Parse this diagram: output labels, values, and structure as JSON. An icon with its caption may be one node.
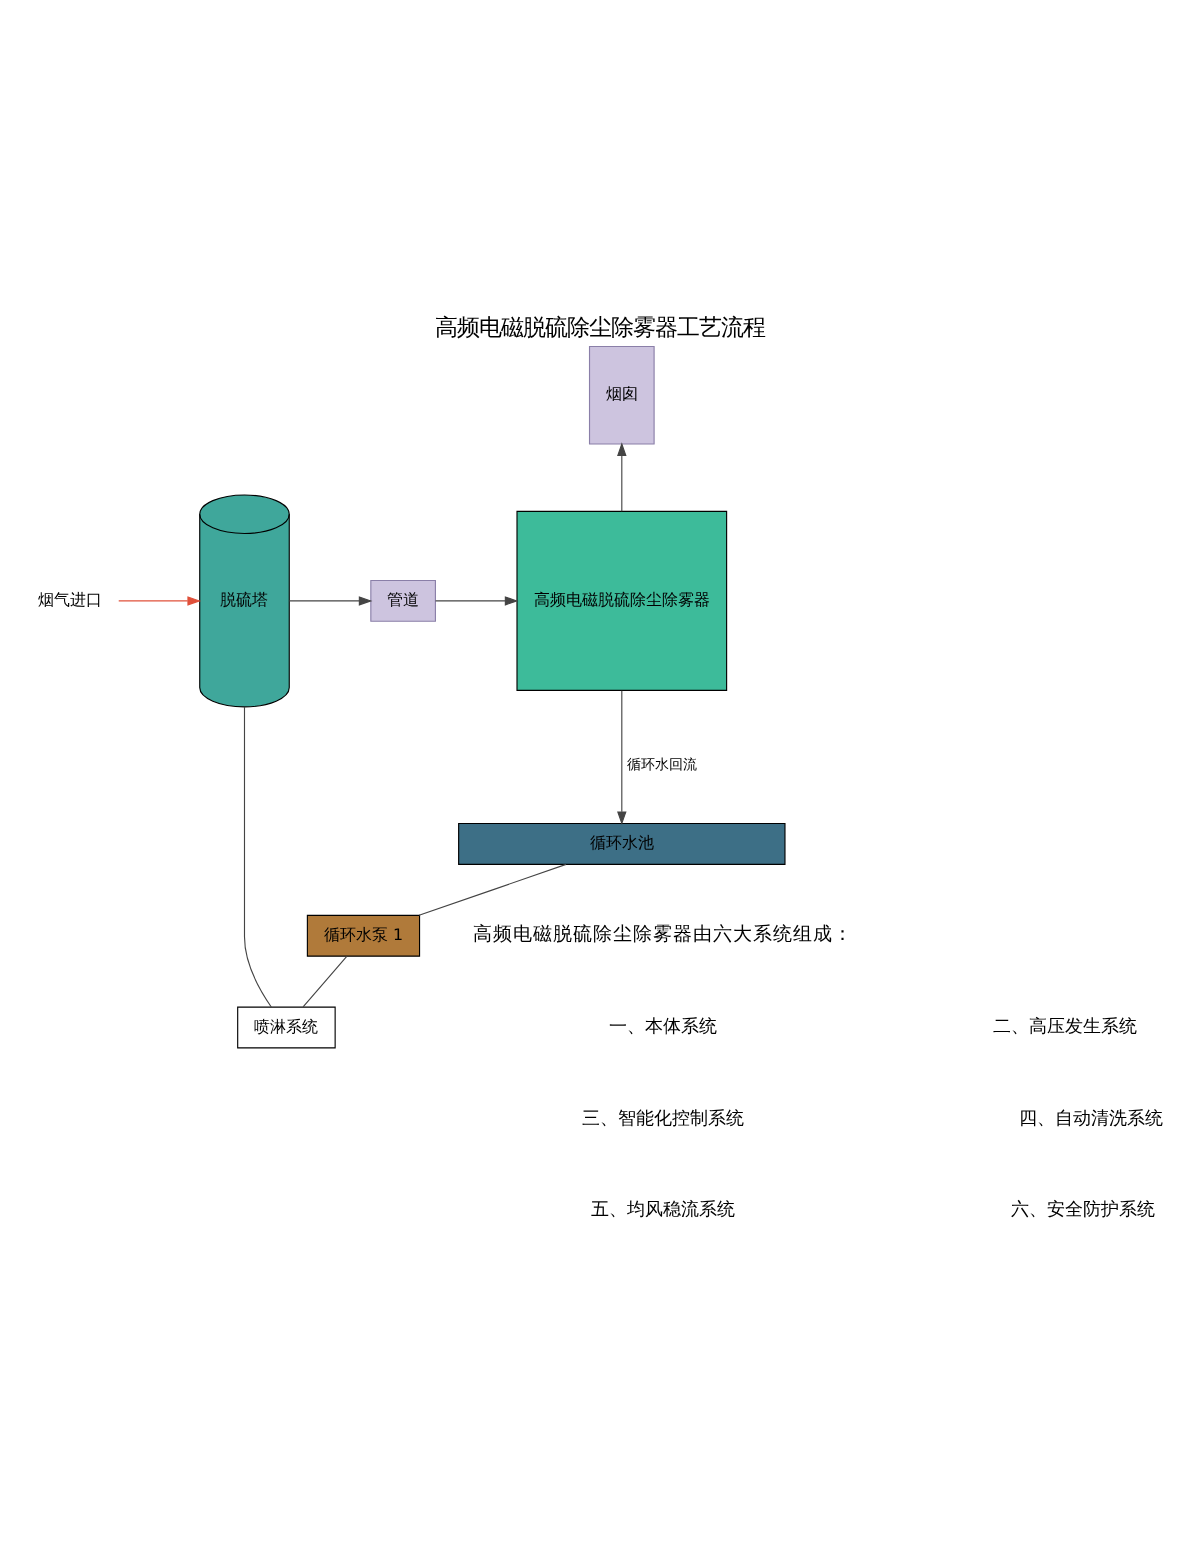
{
  "diagram": {
    "title": "高频电磁脱硫除尘除雾器工艺流程",
    "nodes": [
      {
        "text": [
          "烟气进口"
        ]
      },
      {
        "text": [
          "脱硫塔"
        ]
      },
      {
        "text": [
          "管道"
        ]
      },
      {
        "text": [
          "高频电磁脱硫除尘除雾器"
        ]
      },
      {
        "text": [
          "烟囱"
        ]
      },
      {
        "text": [
          "喷淋系统"
        ]
      },
      {
        "text": [
          "循环水泵 1"
        ]
      },
      {
        "text": [
          "循环水池"
        ]
      }
    ],
    "edges": [
      {
        "from": 0,
        "to": 1,
        "arrow": "to",
        "color": "#e0503a"
      },
      {
        "from": 1,
        "to": 2,
        "arrow": "to"
      },
      {
        "from": 2,
        "to": 3,
        "arrow": "to"
      },
      {
        "from": 3,
        "to": 4,
        "arrow": "to"
      },
      {
        "from": 3,
        "to": 7,
        "arrow": "to",
        "label": "循环水回流"
      },
      {
        "from": 7,
        "to": 6,
        "arrow": "none"
      },
      {
        "from": 6,
        "to": 5,
        "arrow": "none"
      },
      {
        "from": 5,
        "to": 1,
        "arrow": "none"
      }
    ],
    "labels": [
      "高频电磁脱硫除尘除雾器由六大系统组成：",
      "一、本体系统",
      "二、高压发生系统",
      "三、智能化控制系统",
      "四、自动清洗系统",
      "五、均风稳流系统",
      "六、安全防护系统"
    ]
  }
}
